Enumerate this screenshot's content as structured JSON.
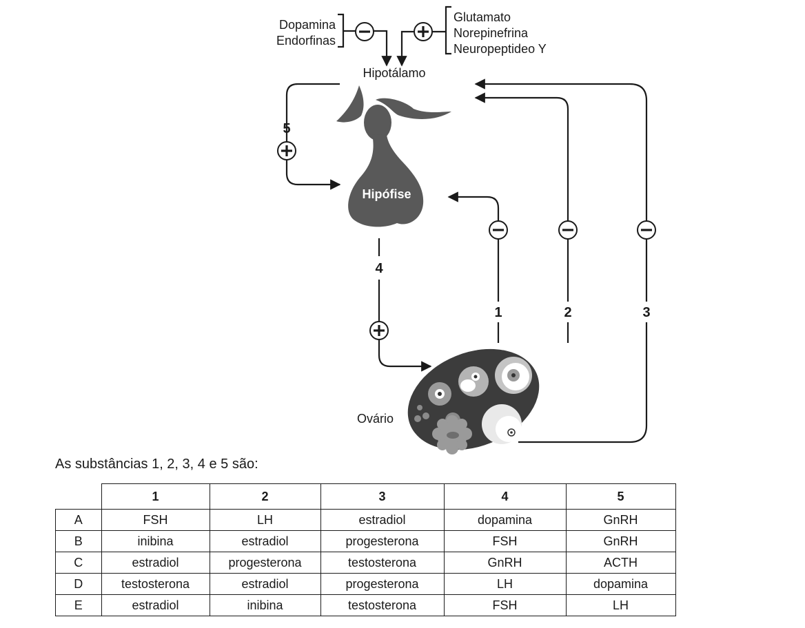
{
  "diagram": {
    "inhibitors": [
      "Dopamina",
      "Endorfinas"
    ],
    "stimulators": [
      "Glutamato",
      "Norepinefrina",
      "Neuropeptideo Y"
    ],
    "hypothalamus": "Hipotálamo",
    "pituitary": "Hipófise",
    "ovary": "Ovário",
    "pathways": {
      "p1": "1",
      "p2": "2",
      "p3": "3",
      "p4": "4",
      "p5": "5"
    },
    "signs": {
      "plus": "+",
      "minus": "−"
    }
  },
  "question": "As substâncias 1, 2, 3, 4 e 5 são:",
  "table": {
    "headers": [
      "1",
      "2",
      "3",
      "4",
      "5"
    ],
    "rows": [
      {
        "label": "A",
        "cells": [
          "FSH",
          "LH",
          "estradiol",
          "dopamina",
          "GnRH"
        ]
      },
      {
        "label": "B",
        "cells": [
          "inibina",
          "estradiol",
          "progesterona",
          "FSH",
          "GnRH"
        ]
      },
      {
        "label": "C",
        "cells": [
          "estradiol",
          "progesterona",
          "testosterona",
          "GnRH",
          "ACTH"
        ]
      },
      {
        "label": "D",
        "cells": [
          "testosterona",
          "estradiol",
          "progesterona",
          "LH",
          "dopamina"
        ]
      },
      {
        "label": "E",
        "cells": [
          "estradiol",
          "inibina",
          "testosterona",
          "FSH",
          "LH"
        ]
      }
    ]
  }
}
